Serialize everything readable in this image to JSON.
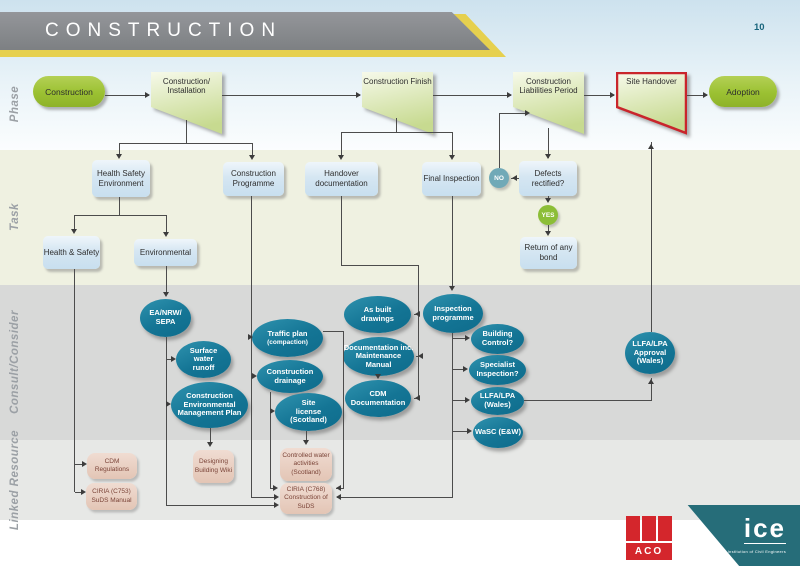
{
  "page_number": "10",
  "header": {
    "title": "CONSTRUCTION"
  },
  "row_labels": {
    "phase": "Phase",
    "task": "Task",
    "consult": "Consult/Consider",
    "linked": "Linked Resource"
  },
  "phase": {
    "construction": "Construction",
    "construction_installation": "Construction/ Installation",
    "construction_finish": "Construction Finish",
    "construction_liabilities": "Construction Liabilities Period",
    "site_handover": "Site Handover",
    "adoption": "Adoption"
  },
  "task": {
    "hse": "Health Safety Environment",
    "construction_programme": "Construction Programme",
    "handover_documentation": "Handover documentation",
    "final_inspection": "Final Inspection",
    "defects_rectified": "Defects rectified?",
    "no": "NO",
    "yes": "YES",
    "return_bond": "Return of any bond",
    "health_safety": "Health & Safety",
    "environmental": "Environmental"
  },
  "consult": {
    "ea_nrw_sepa": "EA/NRW/ SEPA",
    "surface_water": "Surface water runoff",
    "cemp": "Construction Environmental Management Plan",
    "traffic_plan": "Traffic plan",
    "traffic_plan_sub": "(compaction)",
    "construction_drainage": "Construction drainage",
    "site_license": "Site license (Scotland)",
    "as_built": "As built drawings",
    "documentation": "Documentation inc. Maintenance Manual",
    "cdm_documentation": "CDM Documentation",
    "inspection_programme": "Inspection programme",
    "building_control": "Building Control?",
    "specialist_inspection": "Specialist Inspection?",
    "llfa_lpa": "LLFA/LPA (Wales)",
    "wasc": "WaSC (E&W)",
    "llfa_approval": "LLFA/LPA Approval (Wales)"
  },
  "linked": {
    "cdm_regulations": "CDM Regulations",
    "ciria_c753": "CIRIA (C753) SuDS Manual",
    "designing_building_wiki": "Designing Building Wiki",
    "controlled_water": "Controlled water activities (Scotland)",
    "ciria_c768": "CIRIA (C768) Construction of SuDS"
  },
  "logos": {
    "aco": "ACO",
    "ice": "ice",
    "ice_sub": "Institution of Civil Engineers"
  },
  "colors": {
    "phase_green": "#9bc132",
    "pennant_green": "#cbdd97",
    "task_blue": "#c8dfef",
    "consult_teal": "#0e6c8c",
    "linked_tan": "#e3c5b5",
    "header_gray": "#87898c",
    "header_yellow": "#e6d04e",
    "site_handover_red": "#c9252c",
    "ice_teal": "#266d79",
    "aco_red": "#d4262c"
  }
}
